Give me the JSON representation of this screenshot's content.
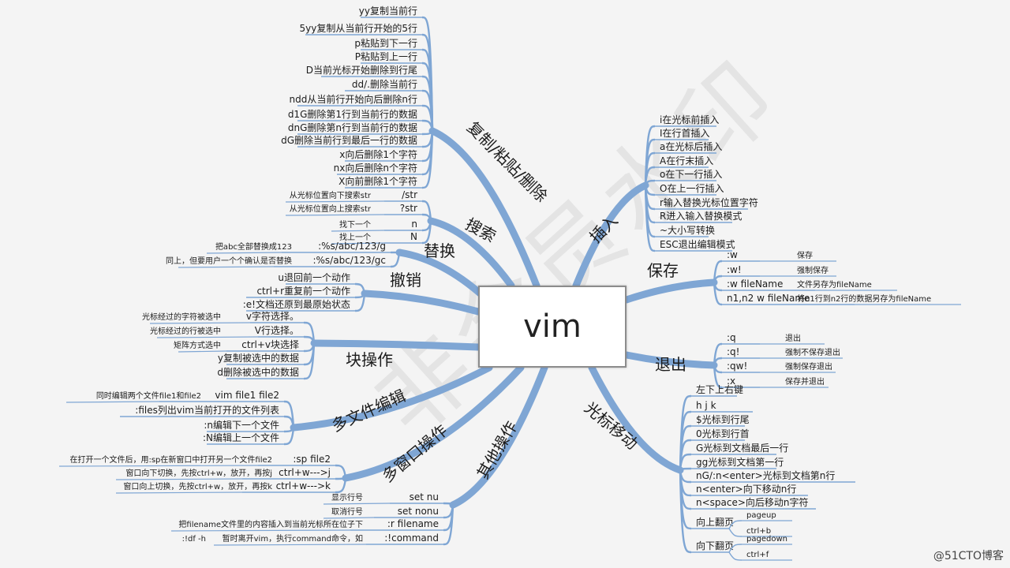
{
  "center": "vim",
  "watermark": "非会员水印",
  "credit": "@51CTO博客",
  "colors": {
    "branch": "#7fa6d4",
    "branch_dark": "#6c94c6",
    "text": "#1c1c1c"
  },
  "left_branches": [
    {
      "id": "copy",
      "title": "复制/粘贴/删除",
      "items": [
        {
          "text": "yy复制当前行"
        },
        {
          "text": "5yy复制从当前行开始的5行"
        },
        {
          "text": "p粘贴到下一行"
        },
        {
          "text": "P粘贴到上一行"
        },
        {
          "text": "D当前光标开始删除到行尾"
        },
        {
          "text": "dd/.删除当前行"
        },
        {
          "text": "ndd从当前行开始向后删除n行"
        },
        {
          "text": "d1G删除第1行到当前行的数据"
        },
        {
          "text": "dnG删除第n行到当前行的数据"
        },
        {
          "text": "dG删除当前行到最后一行的数据"
        },
        {
          "text": "x向后删除1个字符"
        },
        {
          "text": "nx向后删除n个字符"
        },
        {
          "text": "X向前删除1个字符"
        }
      ]
    },
    {
      "id": "search",
      "title": "搜索",
      "items": [
        {
          "text": "/str",
          "note": "从光标位置向下搜索str"
        },
        {
          "text": "?str",
          "note": "从光标位置向上搜索str"
        },
        {
          "text": "n",
          "note": "找下一个"
        },
        {
          "text": "N",
          "note": "找上一个"
        }
      ]
    },
    {
      "id": "replace",
      "title": "替换",
      "items": [
        {
          "text": ":%s/abc/123/g",
          "note": "把abc全部替换成123"
        },
        {
          "text": ":%s/abc/123/gc",
          "note": "同上，但要用户一个个确认是否替换"
        }
      ]
    },
    {
      "id": "undo",
      "title": "撤销",
      "items": [
        {
          "text": "u退回前一个动作"
        },
        {
          "text": "ctrl+r重复前一个动作"
        },
        {
          "text": ":e!文档还原到最原始状态"
        }
      ]
    },
    {
      "id": "block",
      "title": "块操作",
      "items": [
        {
          "text": "v字符选择。",
          "note": "光标经过的字符被选中"
        },
        {
          "text": "V行选择。",
          "note": "光标经过的行被选中"
        },
        {
          "text": "ctrl+v块选择",
          "note": "矩阵方式选中"
        },
        {
          "text": "y复制被选中的数据"
        },
        {
          "text": "d删除被选中的数据"
        }
      ]
    },
    {
      "id": "multifile",
      "title": "多文件编辑",
      "items": [
        {
          "text": "vim file1 file2",
          "note": "同时编辑两个文件file1和file2"
        },
        {
          "text": ":files列出vim当前打开的文件列表"
        },
        {
          "text": ":n编辑下一个文件"
        },
        {
          "text": ":N编辑上一个文件"
        }
      ]
    },
    {
      "id": "multiwin",
      "title": "多窗口操作",
      "items": [
        {
          "text": ":sp file2",
          "note": "在打开一个文件后，用:sp在新窗口中打开另一个文件file2"
        },
        {
          "text": "ctrl+w--->j",
          "note": "窗口向下切换，先按ctrl+w，放开，再按j"
        },
        {
          "text": "ctrl+w--->k",
          "note": "窗口向上切换，先按ctrl+w，放开，再按k"
        }
      ]
    },
    {
      "id": "other",
      "title": "其他操作",
      "items": [
        {
          "text": "set nu",
          "note": "显示行号"
        },
        {
          "text": "set nonu",
          "note": "取消行号"
        },
        {
          "text": ":r filename",
          "note": "把filename文件里的内容插入到当前光标所在位子下"
        },
        {
          "text": ":!command",
          "note": "暂时离开vim，执行command命令，如",
          "note2": ":!df -h"
        }
      ]
    }
  ],
  "right_branches": [
    {
      "id": "insert",
      "title": "插入",
      "items": [
        {
          "text": "i在光标前插入"
        },
        {
          "text": "I在行首插入"
        },
        {
          "text": "a在光标后插入"
        },
        {
          "text": "A在行末插入"
        },
        {
          "text": "o在下一行插入"
        },
        {
          "text": "O在上一行插入"
        },
        {
          "text": "r输入替换光标位置字符"
        },
        {
          "text": "R进入输入替换模式"
        },
        {
          "text": "~大小写转换"
        },
        {
          "text": "ESC退出编辑模式"
        }
      ]
    },
    {
      "id": "save",
      "title": "保存",
      "items": [
        {
          "text": ":w",
          "note": "保存"
        },
        {
          "text": ":w!",
          "note": "强制保存"
        },
        {
          "text": ":w fileName",
          "note": "文件另存为fileName"
        },
        {
          "text": "n1,n2 w fileName",
          "note": "将n1行到n2行的数据另存为fileName"
        }
      ]
    },
    {
      "id": "quit",
      "title": "退出",
      "items": [
        {
          "text": ":q",
          "note": "退出"
        },
        {
          "text": ":q!",
          "note": "强制不保存退出"
        },
        {
          "text": ":qw!",
          "note": "强制保存退出"
        },
        {
          "text": ":x",
          "note": "保存并退出"
        }
      ]
    },
    {
      "id": "move",
      "title": "光标移动",
      "items": [
        {
          "text": "左下上右键"
        },
        {
          "text": "h  j  k"
        },
        {
          "text": "$光标到行尾"
        },
        {
          "text": "0光标到行首"
        },
        {
          "text": "G光标到文档最后一行"
        },
        {
          "text": "gg光标到文档第一行"
        },
        {
          "text": "nG/:n<enter>光标到文档第n行"
        },
        {
          "text": "n<enter>向下移动n行"
        },
        {
          "text": "n<space>向后移动n字符"
        },
        {
          "text": "向上翻页",
          "subs": [
            "pageup",
            "ctrl+b"
          ]
        },
        {
          "text": "向下翻页",
          "subs": [
            "pagedown",
            "ctrl+f"
          ]
        }
      ]
    }
  ]
}
